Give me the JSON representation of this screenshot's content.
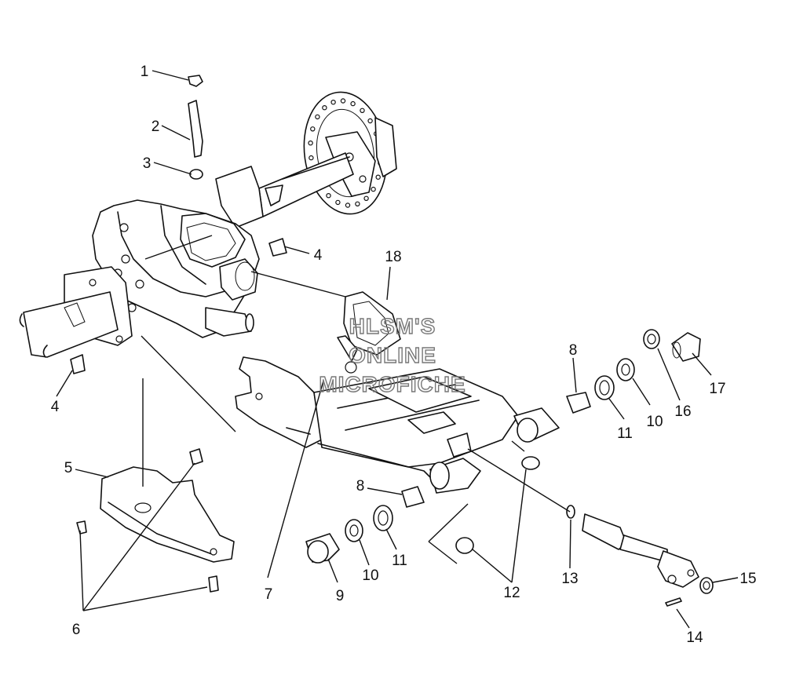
{
  "watermark": {
    "line1": "HLSM'S",
    "line2": "ONLINE",
    "line3": "MICROFICHE"
  },
  "callouts": [
    {
      "id": "c1",
      "label": "1"
    },
    {
      "id": "c2",
      "label": "2"
    },
    {
      "id": "c3",
      "label": "3"
    },
    {
      "id": "c4a",
      "label": "4"
    },
    {
      "id": "c4b",
      "label": "4"
    },
    {
      "id": "c5",
      "label": "5"
    },
    {
      "id": "c6",
      "label": "6"
    },
    {
      "id": "c7",
      "label": "7"
    },
    {
      "id": "c8a",
      "label": "8"
    },
    {
      "id": "c8b",
      "label": "8"
    },
    {
      "id": "c9",
      "label": "9"
    },
    {
      "id": "c10a",
      "label": "10"
    },
    {
      "id": "c10b",
      "label": "10"
    },
    {
      "id": "c11a",
      "label": "11"
    },
    {
      "id": "c11b",
      "label": "11"
    },
    {
      "id": "c12",
      "label": "12"
    },
    {
      "id": "c13",
      "label": "13"
    },
    {
      "id": "c14",
      "label": "14"
    },
    {
      "id": "c15",
      "label": "15"
    },
    {
      "id": "c16",
      "label": "16"
    },
    {
      "id": "c17",
      "label": "17"
    },
    {
      "id": "c18",
      "label": "18"
    }
  ]
}
